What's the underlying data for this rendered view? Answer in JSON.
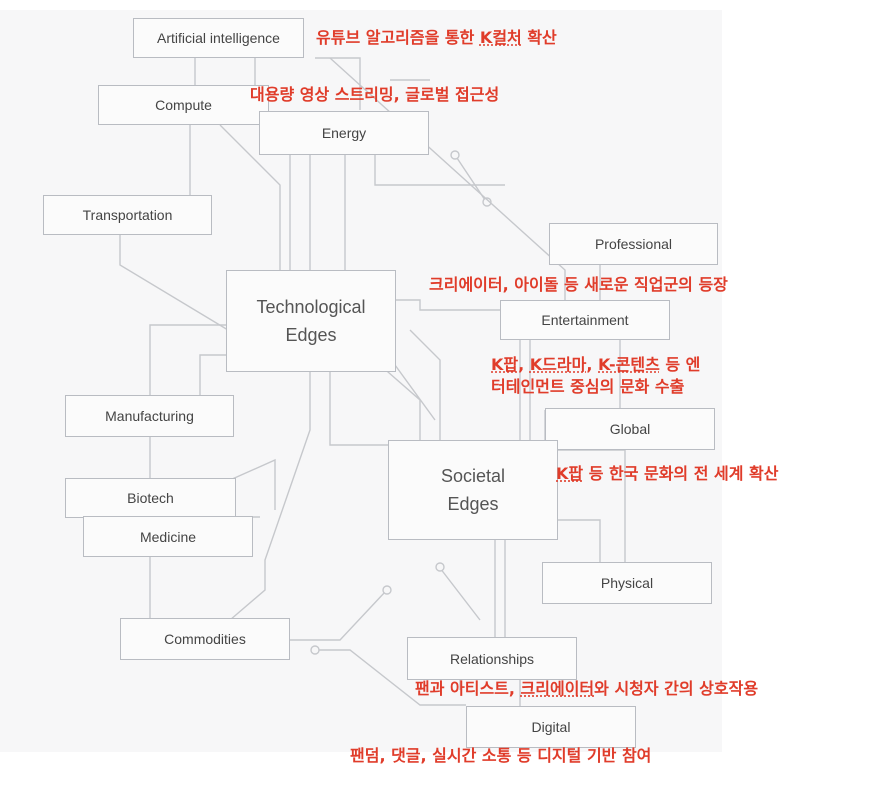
{
  "nodes": {
    "artificial_intelligence": "Artificial intelligence",
    "compute": "Compute",
    "energy": "Energy",
    "transportation": "Transportation",
    "technological_edges": "Technological\nEdges",
    "manufacturing": "Manufacturing",
    "biotech": "Biotech",
    "medicine": "Medicine",
    "commodities": "Commodities",
    "professional": "Professional",
    "entertainment": "Entertainment",
    "global": "Global",
    "societal_edges": "Societal\nEdges",
    "physical": "Physical",
    "relationships": "Relationships",
    "digital": "Digital"
  },
  "annotations": {
    "ai": {
      "prefix": "유튜브 알고리즘을 통한 ",
      "underlined": "K컬처",
      "suffix": " 확산"
    },
    "compute": "대용량 영상 스트리밍, 글로벌 접근성",
    "professional": "크리에이터, 아이돌 등 새로운 직업군의 등장",
    "entertainment_line1": {
      "u1": "K팝",
      "t1": ", ",
      "u2": "K드라마",
      "t2": ", ",
      "u3": "K-콘텐츠",
      "t3": " 등 엔"
    },
    "entertainment_line2": "터테인먼트 중심의 문화 수출",
    "global": {
      "underlined": "K팝",
      "suffix": " 등 한국 문화의 전 세계 확산"
    },
    "relationships": {
      "prefix": "팬과 아티스트, ",
      "underlined": "크리에이터",
      "suffix": "와 시청자 간의 상호작용"
    },
    "digital": "팬덤, 댓글, 실시간 소통 등 디지털 기반 참여"
  },
  "colors": {
    "annotation": "#e03c2a",
    "line": "#c6c8cc",
    "node_border": "#b9bcc2",
    "panel": "#f7f7f8"
  }
}
